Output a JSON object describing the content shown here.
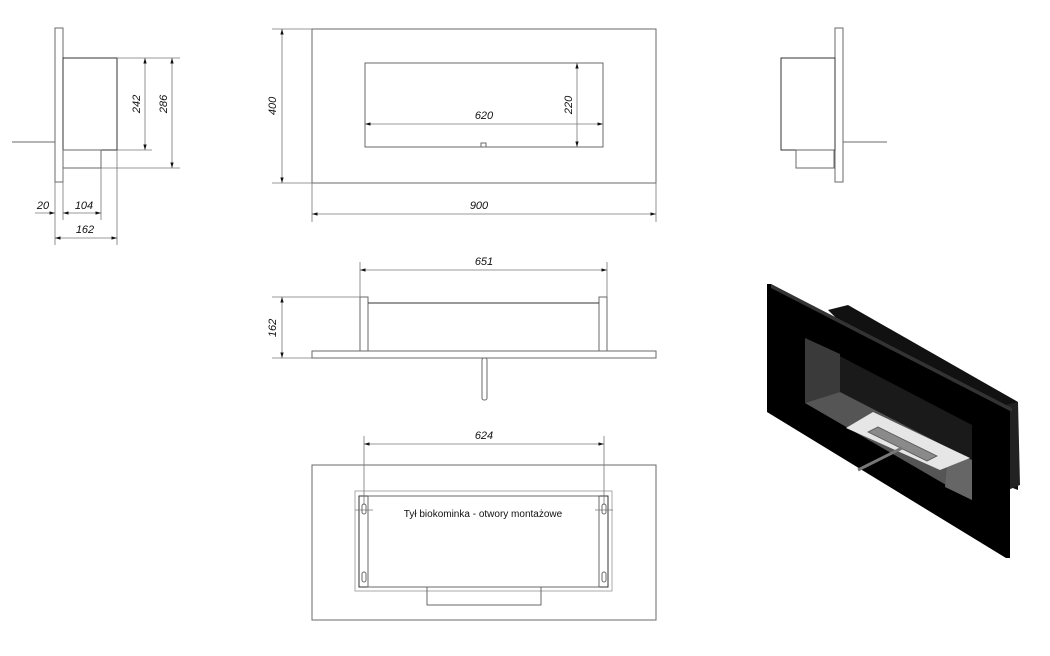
{
  "colors": {
    "line": "#6a6a6a",
    "body": "#000000",
    "floor": "#555555",
    "burner_plate": "#e6e6e6",
    "burner": "#8a8a8a"
  },
  "side_view": {
    "dim_inner_height": "242",
    "dim_total_height": "286",
    "dim_panel": "20",
    "dim_lower": "104",
    "dim_depth": "162"
  },
  "front_view": {
    "dim_opening_width": "620",
    "dim_opening_height": "220",
    "dim_height": "400",
    "dim_width": "900"
  },
  "top_view": {
    "dim_box_width": "651",
    "dim_depth": "162"
  },
  "back_view": {
    "dim_holes": "624",
    "caption": "Tył biokominka - otwory montażowe"
  }
}
